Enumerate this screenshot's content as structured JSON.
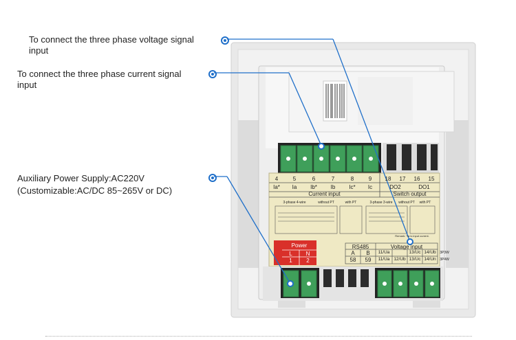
{
  "callouts": {
    "voltage": {
      "line1": "To connect the three phase voltage signal",
      "line2": "input"
    },
    "current": {
      "line1": "To connect the three phase current signal",
      "line2": "input"
    },
    "power": {
      "line1": "Auxiliary Power Supply:AC220V",
      "line2": "(Customizable:AC/DC 85~265V or DC)"
    }
  },
  "terminal_label": {
    "numbers_current": [
      "4",
      "5",
      "6",
      "7",
      "8",
      "9"
    ],
    "names_current": [
      "Ia*",
      "Ia",
      "Ib*",
      "Ib",
      "Ic*",
      "Ic"
    ],
    "current_group": "Current input",
    "numbers_switch": [
      "18",
      "17",
      "16",
      "15"
    ],
    "names_switch": [
      "DO2",
      "DO1"
    ],
    "switch_group": "Switch output",
    "power_title": "Power",
    "power_l": "L",
    "power_n": "N",
    "power_1": "1",
    "power_2": "2",
    "rs485": "RS485",
    "rs485_a": "A",
    "rs485_b": "B",
    "rs485_58": "58",
    "rs485_59": "59",
    "voltage_input": "Voltage input",
    "v_row1": [
      "11/Ua",
      "13/Uc",
      "14/Ub"
    ],
    "v_row2": [
      "11/Ua",
      "12/Ub",
      "13/Uc",
      "14/Un"
    ],
    "v_row1_suffix": "3P3W",
    "v_row2_suffix": "3P4W",
    "wiring_3p4w": "3-phase 4-wire",
    "wiring_3p3w": "3-phase 3-wire",
    "without_pt": "without PT",
    "with_pt": "with PT",
    "remark": "Remark: *Ia is input current."
  },
  "colors": {
    "accent": "#1f6fc9",
    "terminal_green": "#3f9f5a",
    "label_bg": "#efe9c4",
    "power_red": "#d9302a"
  }
}
